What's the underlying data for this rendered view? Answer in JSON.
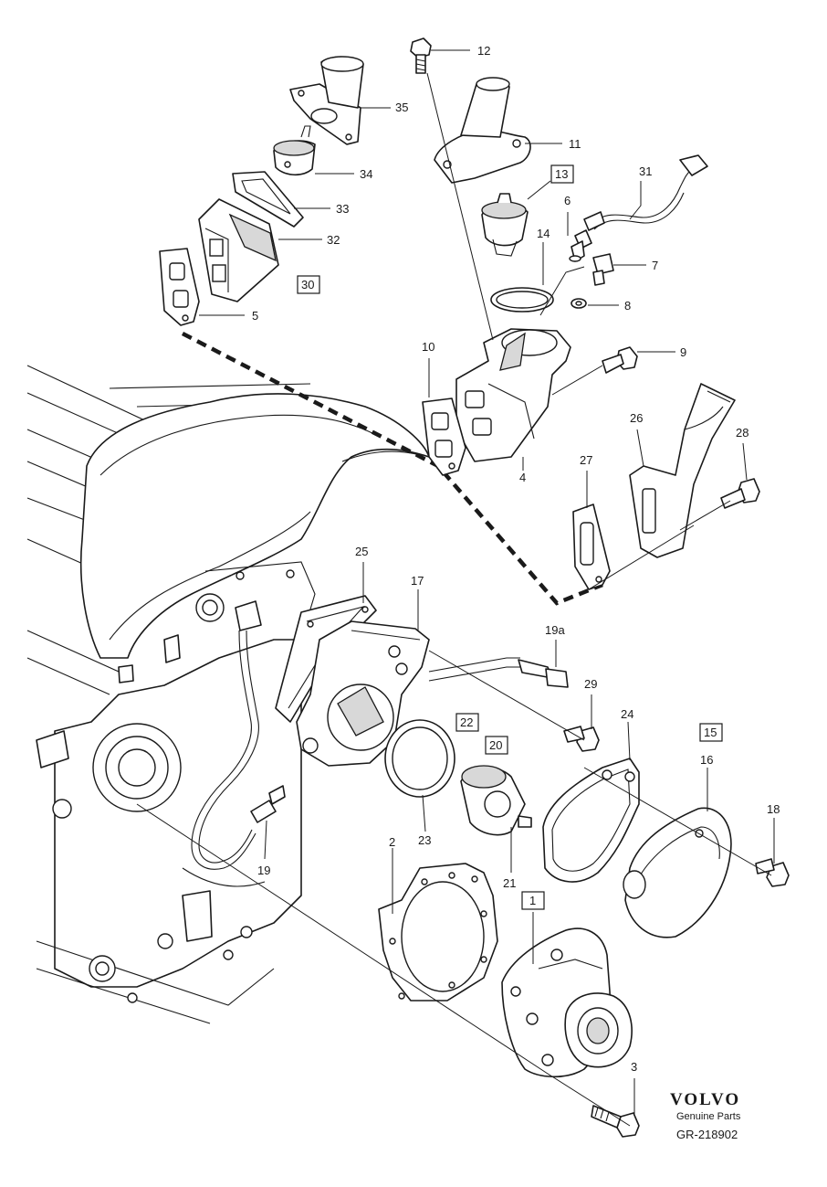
{
  "callouts": [
    "12",
    "35",
    "11",
    "34",
    "13",
    "31",
    "33",
    "6",
    "32",
    "14",
    "7",
    "30",
    "5",
    "8",
    "10",
    "9",
    "26",
    "28",
    "4",
    "27",
    "25",
    "17",
    "19a",
    "29",
    "24",
    "22",
    "15",
    "20",
    "16",
    "18",
    "19",
    "23",
    "2",
    "21",
    "1",
    "3"
  ],
  "boxed_callouts": [
    "13",
    "30",
    "22",
    "20",
    "15",
    "1"
  ],
  "brand": {
    "logo_text": "VOLVO",
    "tagline": "Genuine Parts",
    "reference": "GR-218902"
  }
}
